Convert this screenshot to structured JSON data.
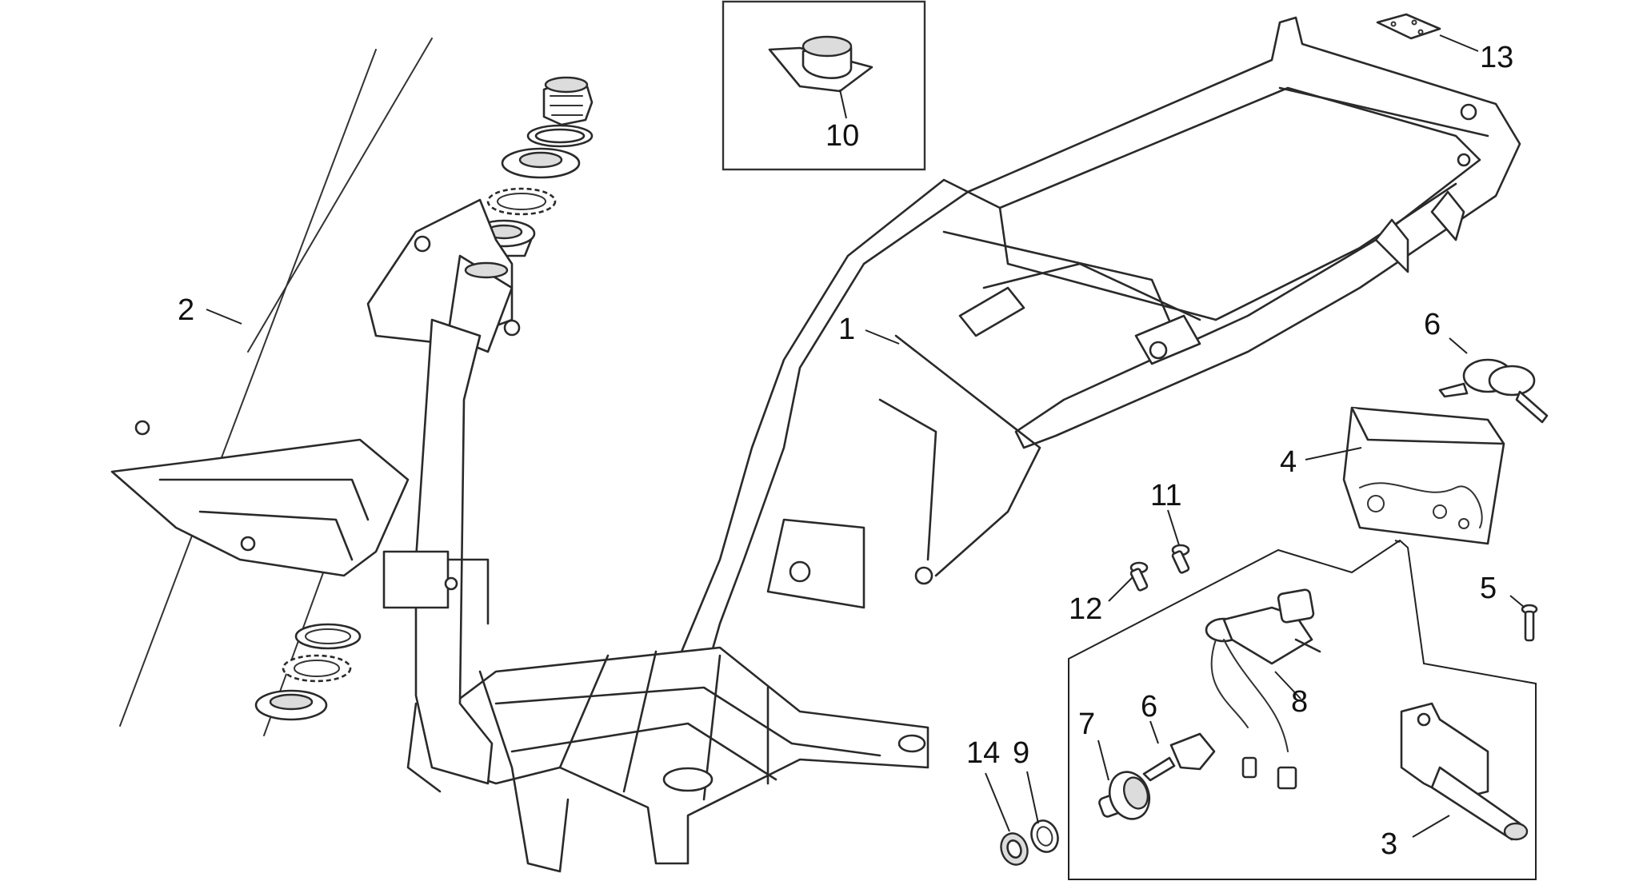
{
  "diagram": {
    "type": "exploded-parts-view",
    "callouts": [
      {
        "id": "c1",
        "label": "1"
      },
      {
        "id": "c2",
        "label": "2"
      },
      {
        "id": "c3",
        "label": "3"
      },
      {
        "id": "c4",
        "label": "4"
      },
      {
        "id": "c5",
        "label": "5"
      },
      {
        "id": "c6a",
        "label": "6"
      },
      {
        "id": "c6b",
        "label": "6"
      },
      {
        "id": "c7",
        "label": "7"
      },
      {
        "id": "c8",
        "label": "8"
      },
      {
        "id": "c9",
        "label": "9"
      },
      {
        "id": "c10",
        "label": "10"
      },
      {
        "id": "c11",
        "label": "11"
      },
      {
        "id": "c12",
        "label": "12"
      },
      {
        "id": "c13",
        "label": "13"
      },
      {
        "id": "c14",
        "label": "14"
      }
    ],
    "parts": [
      {
        "id": "frame",
        "callout": "1"
      },
      {
        "id": "steering-bearing-set",
        "callout": "2"
      },
      {
        "id": "steering-lock-bracket",
        "callout": "3"
      },
      {
        "id": "wiring-box",
        "callout": "4"
      },
      {
        "id": "screw-5",
        "callout": "5"
      },
      {
        "id": "key-set",
        "callout": "6"
      },
      {
        "id": "lock-cylinder",
        "callout": "7"
      },
      {
        "id": "ignition-switch",
        "callout": "8"
      },
      {
        "id": "washer-9",
        "callout": "9"
      },
      {
        "id": "bushing-10",
        "callout": "10"
      },
      {
        "id": "screw-11",
        "callout": "11"
      },
      {
        "id": "screw-12",
        "callout": "12"
      },
      {
        "id": "plate-13",
        "callout": "13"
      },
      {
        "id": "nut-14",
        "callout": "14"
      }
    ]
  }
}
